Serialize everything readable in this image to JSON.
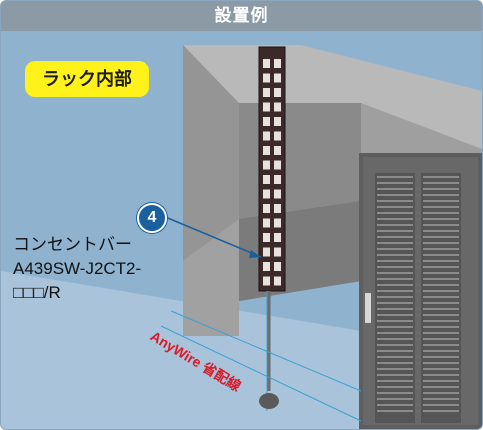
{
  "header": {
    "title": "設置例"
  },
  "scene_label": "ラック内部",
  "callout_number": "4",
  "product": {
    "name": "コンセントバー",
    "model_line1": "A439SW-J2CT2-",
    "model_line2": "□□□/R"
  },
  "wire_label": "AnyWire 省配線",
  "colors": {
    "background": "#8fb3cf",
    "title_bar": "#8c9aa6",
    "label_pill": "#fff21a",
    "marker": "#1a5f9e",
    "wire_label": "#d81b2a",
    "rack_wall": "#8e8e8e",
    "power_strip": "#3b2a28"
  }
}
